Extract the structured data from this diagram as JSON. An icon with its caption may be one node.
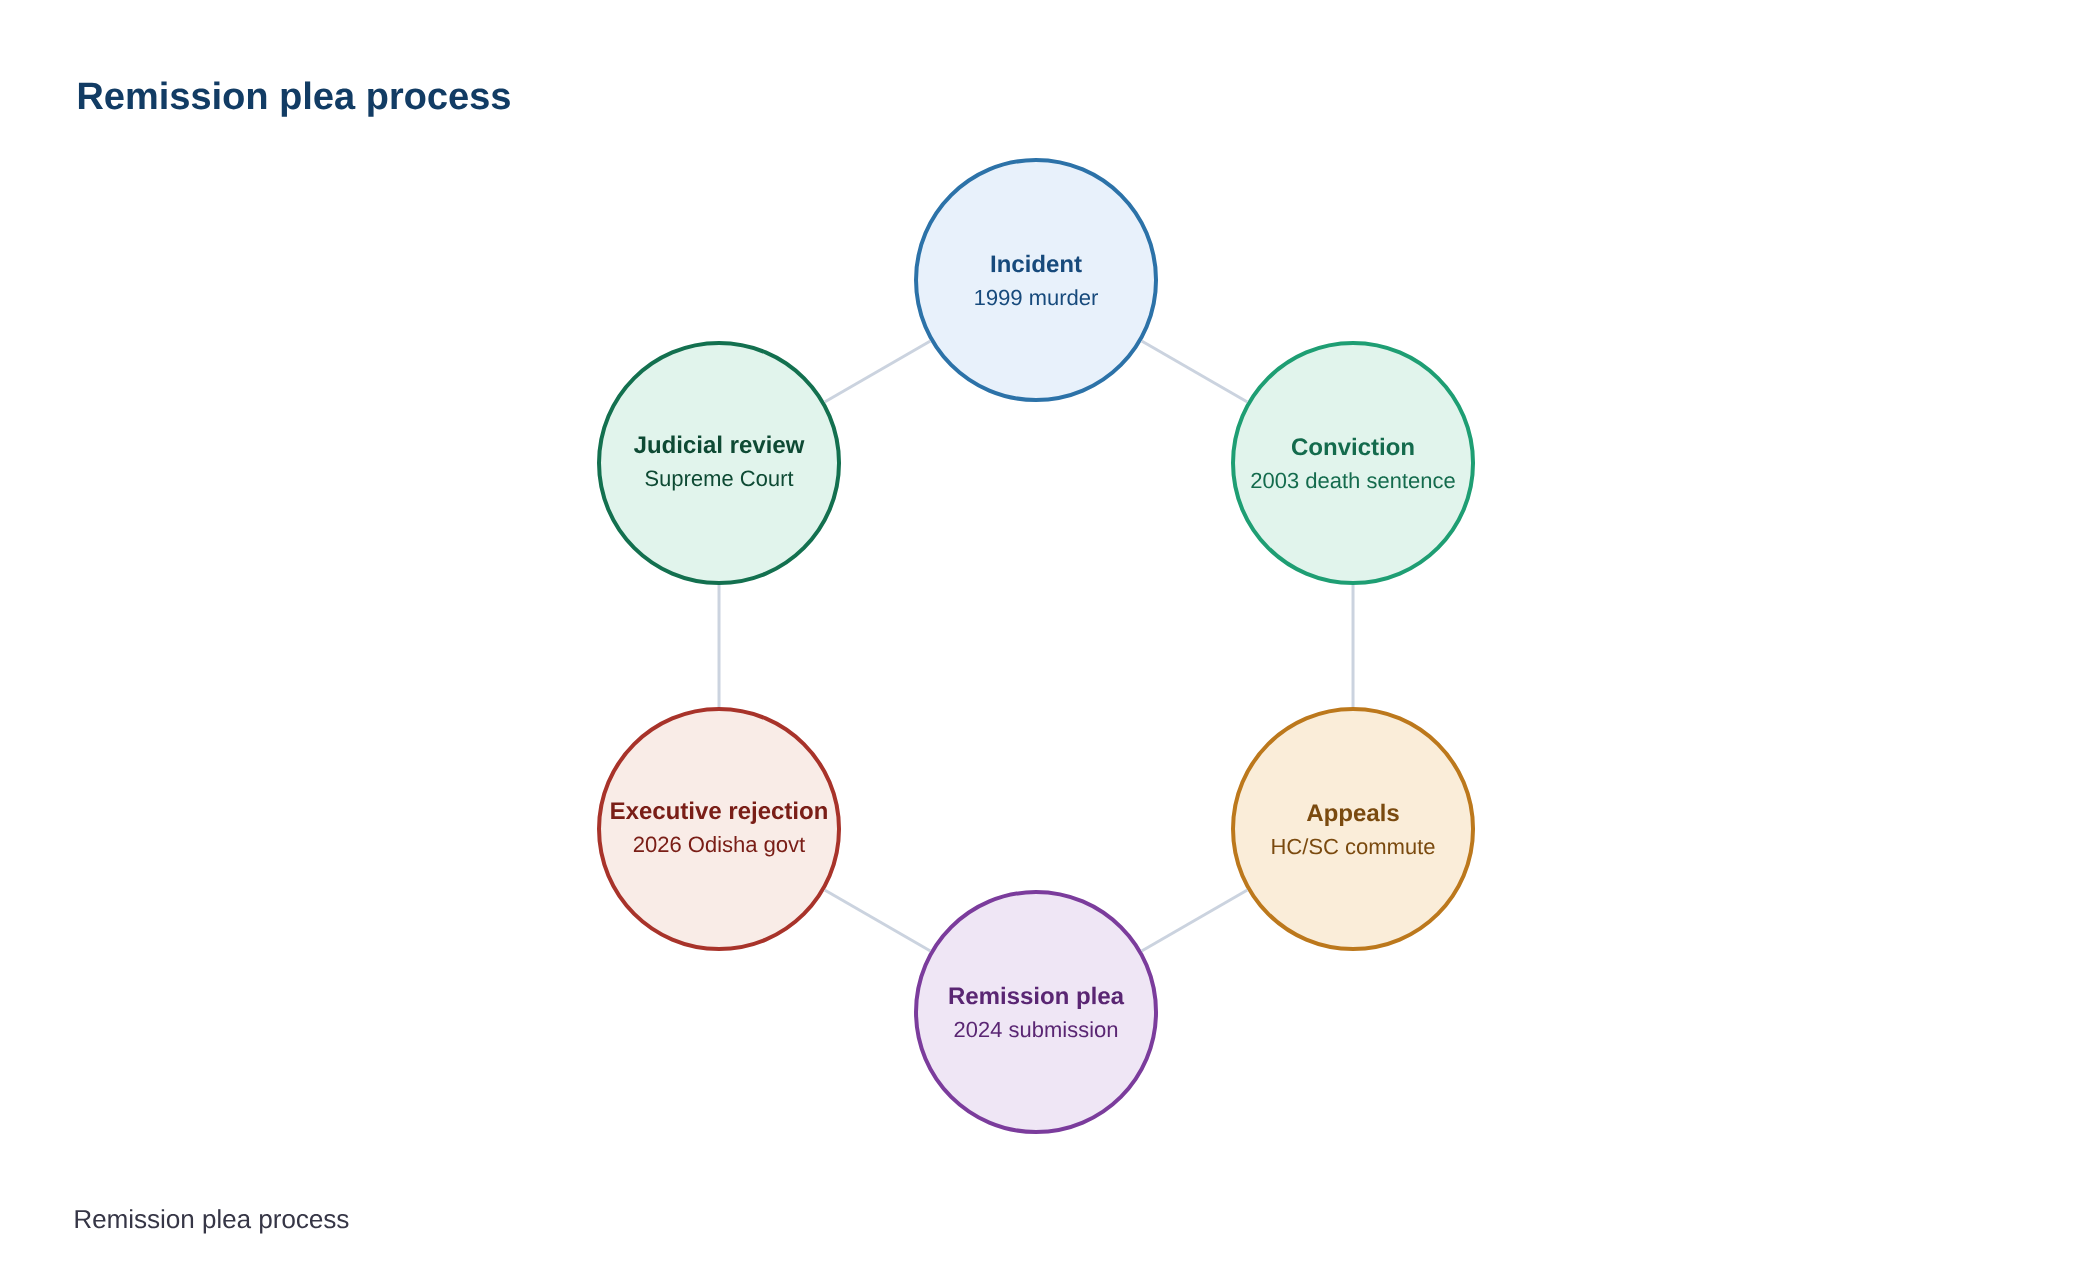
{
  "diagram": {
    "title": "Remission plea process",
    "caption": "Remission plea process",
    "nodes": [
      {
        "text": [
          "Incident",
          "1999 murder"
        ]
      },
      {
        "text": [
          "Conviction",
          "2003 death sentence"
        ]
      },
      {
        "text": [
          "Appeals",
          "HC/SC commute"
        ]
      },
      {
        "text": [
          "Remission plea",
          "2024 submission"
        ]
      },
      {
        "text": [
          "Executive rejection",
          "2026 Odisha govt"
        ]
      },
      {
        "text": [
          "Judicial review",
          "Supreme Court"
        ]
      }
    ],
    "edges": [
      {
        "from": 0,
        "to": 1,
        "arrow": "none"
      },
      {
        "from": 1,
        "to": 2,
        "arrow": "none"
      },
      {
        "from": 2,
        "to": 3,
        "arrow": "none"
      },
      {
        "from": 3,
        "to": 4,
        "arrow": "none"
      },
      {
        "from": 4,
        "to": 5,
        "arrow": "none"
      },
      {
        "from": 5,
        "to": 0,
        "arrow": "none"
      }
    ]
  }
}
